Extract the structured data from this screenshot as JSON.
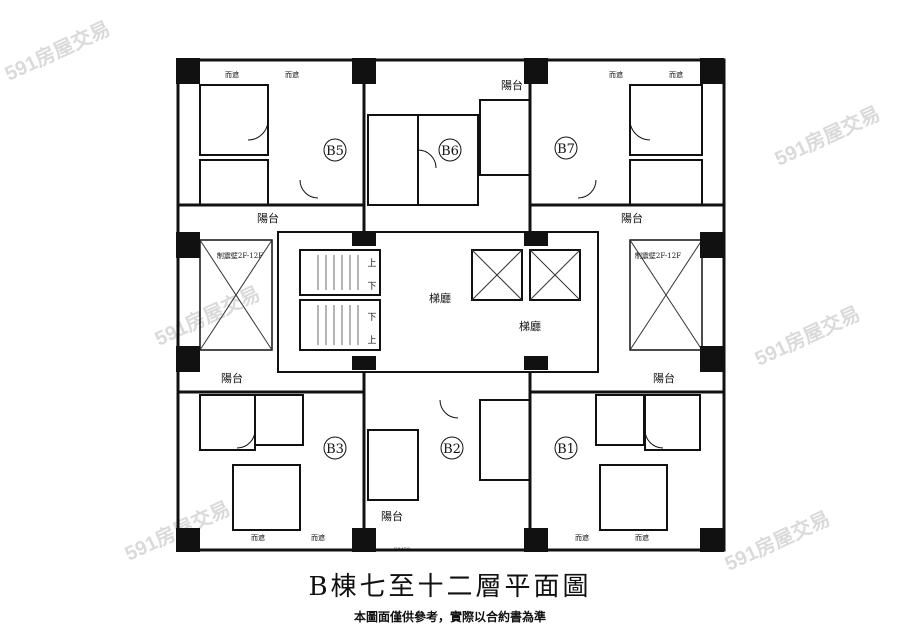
{
  "title": "B棟七至十二層平面圖",
  "subtitle": "本圖面僅供參考，實際以合約書為準",
  "watermark": "591房屋交易",
  "units": [
    "B5",
    "B6",
    "B7",
    "B3",
    "B2",
    "B1"
  ],
  "balcony_label": "陽台",
  "lobby_label": "梯廳",
  "window_label": "而遮",
  "wall_note": "制震壁2F-12F",
  "stair_up": "上",
  "stair_down": "下",
  "bottom_code": "S0450"
}
